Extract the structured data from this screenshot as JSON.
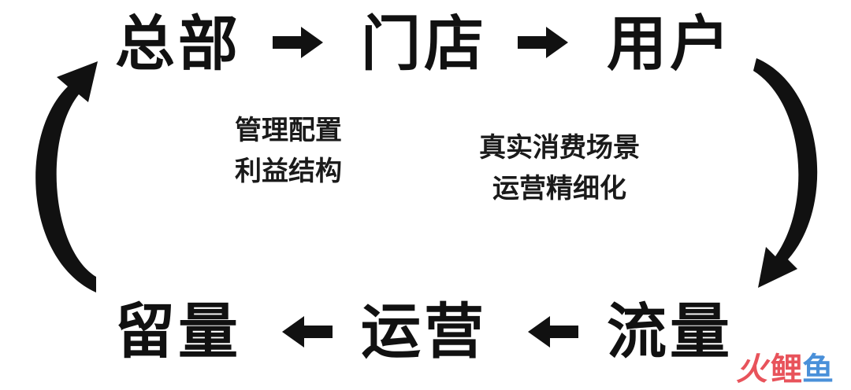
{
  "nodes": {
    "top_left": "总部",
    "top_center": "门店",
    "top_right": "用户",
    "bottom_right": "流量",
    "bottom_center": "运营",
    "bottom_left": "留量"
  },
  "notes": {
    "left": [
      "管理配置",
      "利益结构"
    ],
    "right": [
      "真实消费场景",
      "运营精细化"
    ]
  },
  "watermark": {
    "mark": "火",
    "text_part1": "鲤",
    "text_part2": "鱼"
  },
  "colors": {
    "ink": "#111111",
    "watermark_red": "#e8535b",
    "watermark_blue": "#4a90d9"
  }
}
